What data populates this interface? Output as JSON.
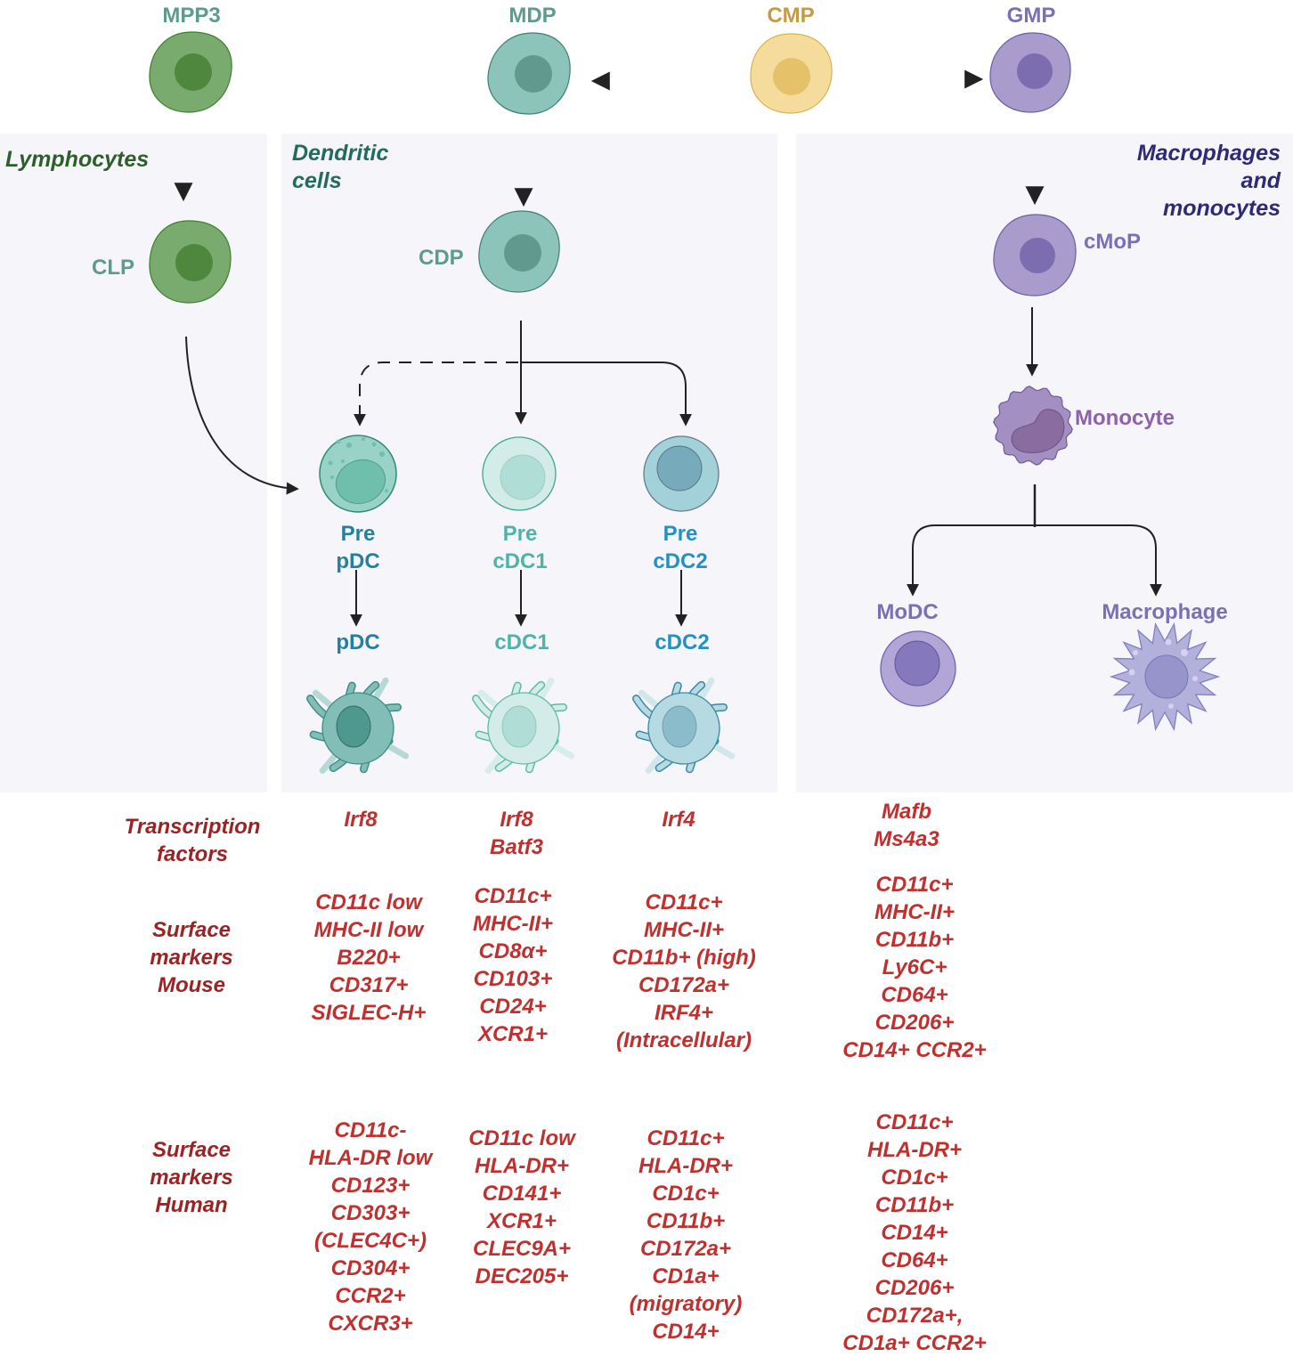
{
  "colors": {
    "panel_bg": "#f5f5fa",
    "arrow": "#222222",
    "green_cell": "#7aab6e",
    "green_nucleus": "#4e873d",
    "teal_cell": "#8cc3ba",
    "teal_nucleus": "#62998f",
    "yellow_cell": "#f6dc9c",
    "yellow_nucleus": "#e5c26a",
    "purple_cell": "#a99bcb",
    "purple_nucleus": "#7b6db0",
    "marker_red": "#c0302e",
    "header_red": "#9c2323"
  },
  "panels": {
    "lymphocytes": "Lymphocytes",
    "dendritic": [
      "Dendritic",
      "cells"
    ],
    "macrophages": [
      "Macrophages",
      "and",
      "monocytes"
    ]
  },
  "progenitors": {
    "mpp3": "MPP3",
    "mdp": "MDP",
    "cmp": "CMP",
    "gmp": "GMP",
    "clp": "CLP",
    "cdp": "CDP",
    "cmop": "cMoP",
    "monocyte": "Monocyte"
  },
  "precursors": {
    "pre_pdc": [
      "Pre",
      "pDC"
    ],
    "pre_cdc1": [
      "Pre",
      "cDC1"
    ],
    "pre_cdc2": [
      "Pre",
      "cDC2"
    ]
  },
  "mature": {
    "pdc": "pDC",
    "cdc1": "cDC1",
    "cdc2": "cDC2",
    "modc": "MoDC",
    "macrophage": "Macrophage"
  },
  "row_headers": {
    "transcription": [
      "Transcription",
      "factors"
    ],
    "mouse": [
      "Surface",
      "markers",
      "Mouse"
    ],
    "human": [
      "Surface",
      "markers",
      "Human"
    ]
  },
  "transcription_factors": {
    "pdc": [
      "Irf8"
    ],
    "cdc1": [
      "Irf8",
      "Batf3"
    ],
    "cdc2": [
      "Irf4"
    ],
    "mono": [
      "Mafb",
      "Ms4a3"
    ]
  },
  "mouse_markers": {
    "pdc": [
      "CD11c low",
      "MHC-II low",
      "B220+",
      "CD317+",
      "SIGLEC-H+"
    ],
    "cdc1": [
      "CD11c+",
      "MHC-II+",
      "CD8α+",
      "CD103+",
      "CD24+",
      "XCR1+"
    ],
    "cdc2": [
      "CD11c+",
      "MHC-II+",
      "CD11b+ (high)",
      "CD172a+",
      "IRF4+",
      "(Intracellular)"
    ],
    "mono": [
      "CD11c+",
      "MHC-II+",
      "CD11b+",
      "Ly6C+",
      "CD64+",
      "CD206+",
      "CD14+ CCR2+"
    ]
  },
  "human_markers": {
    "pdc": [
      "CD11c-",
      "HLA-DR low",
      "CD123+",
      "CD303+",
      "(CLEC4C+)",
      "CD304+",
      "CCR2+",
      "CXCR3+"
    ],
    "cdc1": [
      "CD11c low",
      "HLA-DR+",
      "CD141+",
      "XCR1+",
      "CLEC9A+",
      "DEC205+"
    ],
    "cdc2": [
      "CD11c+",
      "HLA-DR+",
      "CD1c+",
      "CD11b+",
      "CD172a+",
      "CD1a+",
      "(migratory)",
      "CD14+"
    ],
    "mono": [
      "CD11c+",
      "HLA-DR+",
      "CD1c+",
      "CD11b+",
      "CD14+",
      "CD64+",
      "CD206+",
      "CD172a+,",
      "CD1a+ CCR2+"
    ]
  }
}
